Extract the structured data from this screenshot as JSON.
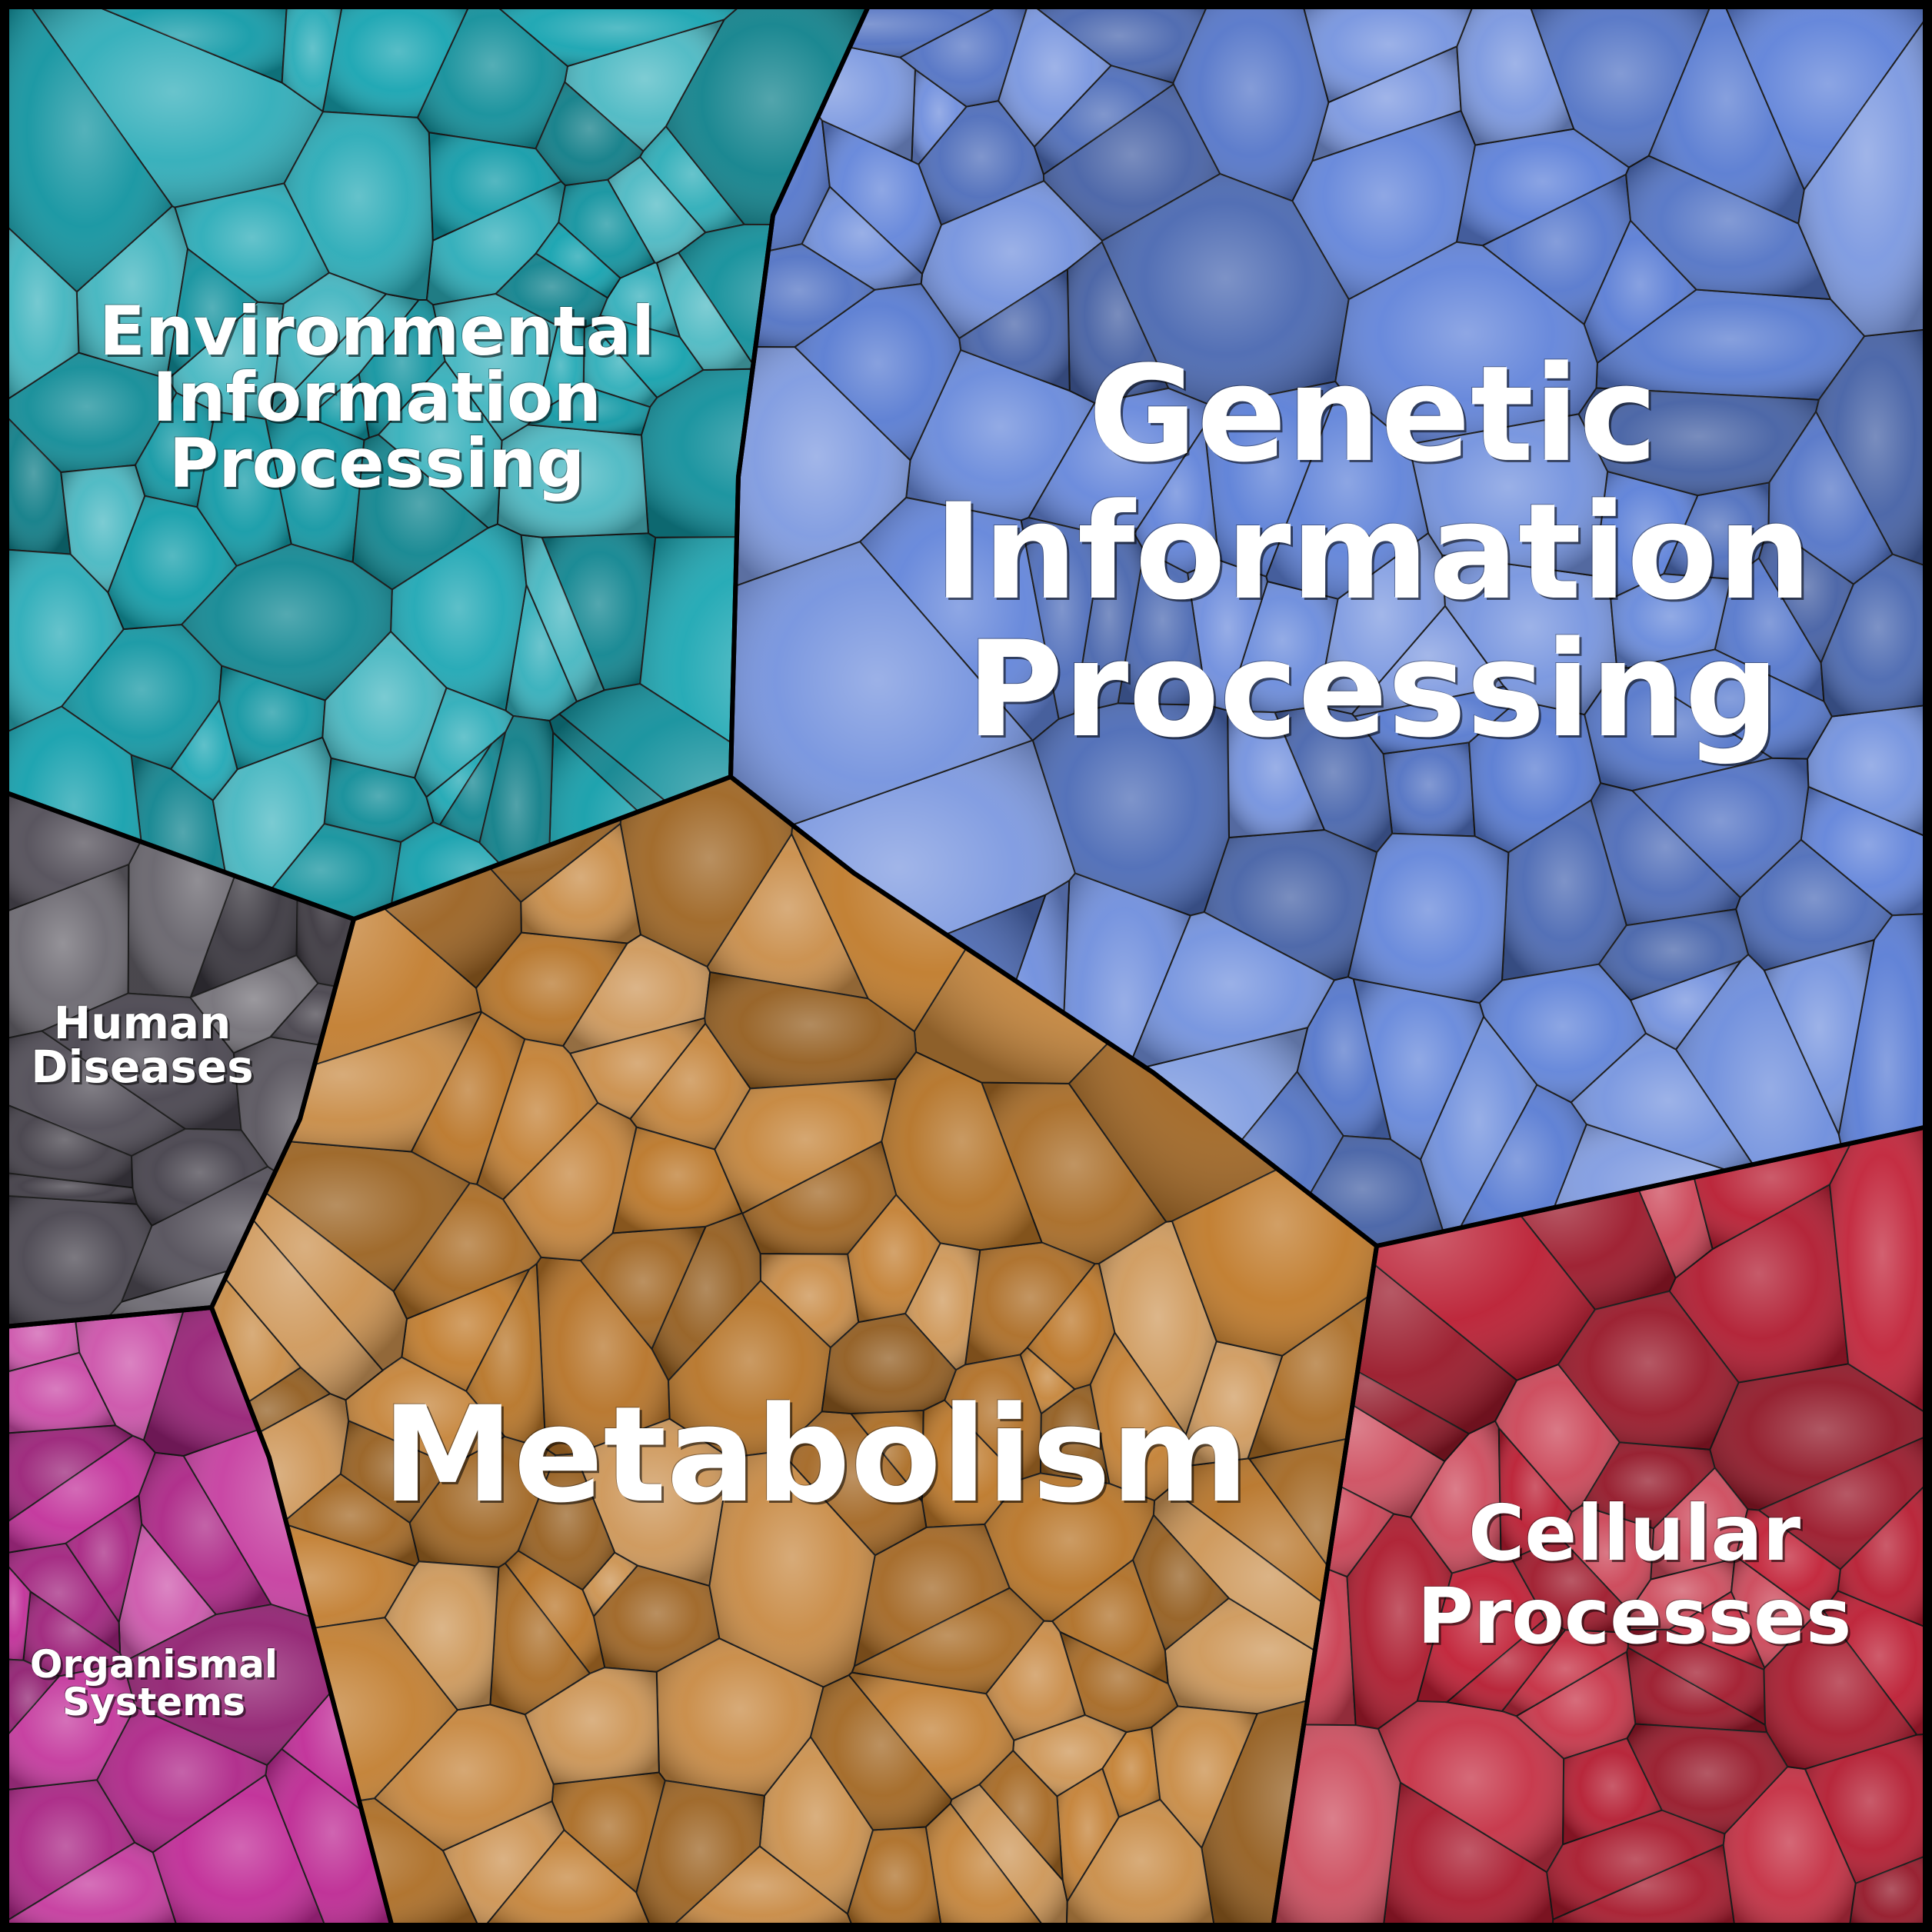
{
  "diagram": {
    "type": "voronoi-treemap",
    "categories": [
      {
        "key": "env",
        "label": "Environmental\nInformation\nProcessing",
        "color": "#14a3b0"
      },
      {
        "key": "gen",
        "label": "Genetic\nInformation\nProcessing",
        "color": "#5b7fd8"
      },
      {
        "key": "met",
        "label": "Metabolism",
        "color": "#c07a2a"
      },
      {
        "key": "cell",
        "label": "Cellular\nProcesses",
        "color": "#c01e34"
      },
      {
        "key": "human",
        "label": "Human\nDiseases",
        "color": "#4a4650"
      },
      {
        "key": "org",
        "label": "Organismal\nSystems",
        "color": "#c02a96"
      }
    ]
  }
}
